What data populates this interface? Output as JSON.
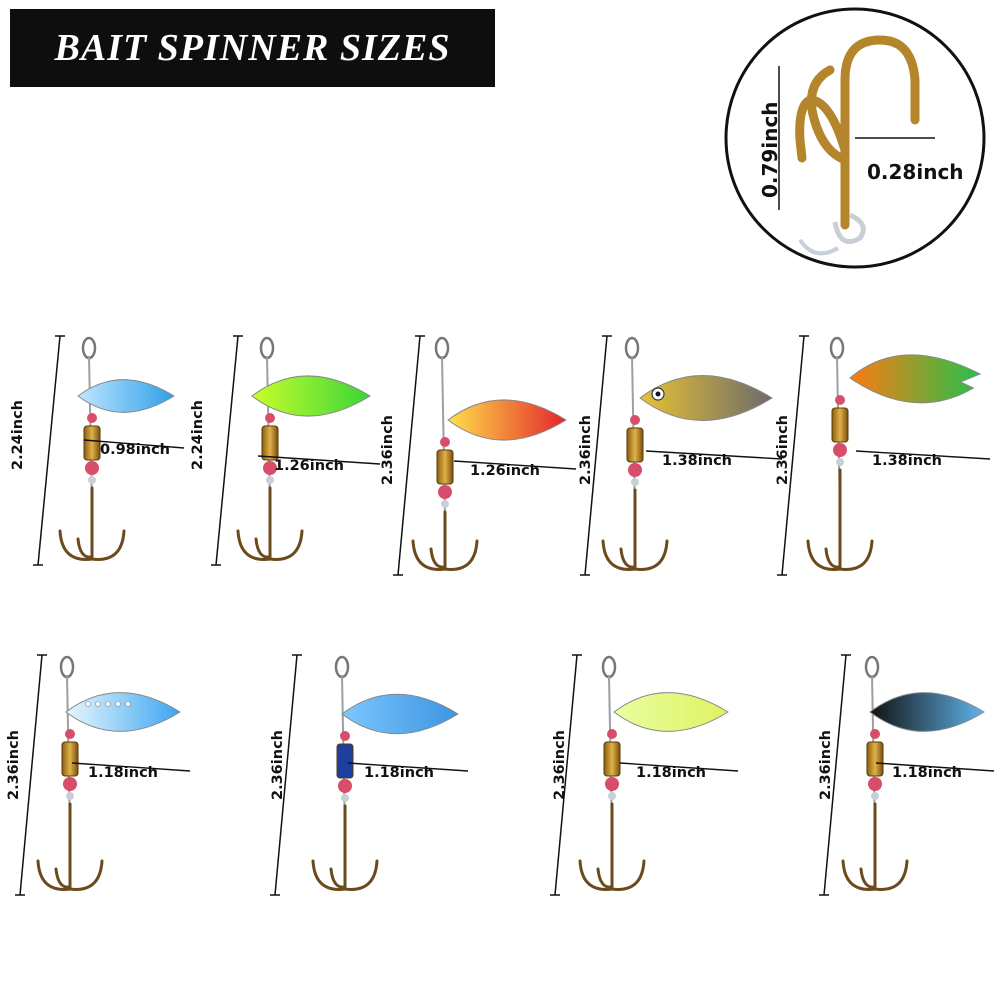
{
  "title": "BAIT SPINNER SIZES",
  "hook_detail": {
    "height_label": "0.79inch",
    "width_label": "0.28inch"
  },
  "spinners": [
    {
      "length": "2.24inch",
      "blade_width": "0.98inch",
      "blade_colors": [
        "#bfe6ff",
        "#2f9fe8"
      ],
      "blade_shape": "oval-small"
    },
    {
      "length": "2.24inch",
      "blade_width": "1.26inch",
      "blade_colors": [
        "#c8ff2a",
        "#3ad43a"
      ],
      "blade_shape": "willow"
    },
    {
      "length": "2.36inch",
      "blade_width": "1.26inch",
      "blade_colors": [
        "#ffe04a",
        "#e3262a"
      ],
      "blade_shape": "willow"
    },
    {
      "length": "2.36inch",
      "blade_width": "1.38inch",
      "blade_colors": [
        "#e8c234",
        "#6b6b6b"
      ],
      "blade_shape": "fish"
    },
    {
      "length": "2.36inch",
      "blade_width": "1.38inch",
      "blade_colors": [
        "#ff7a12",
        "#23c24a"
      ],
      "blade_shape": "leaf"
    },
    {
      "length": "2.36inch",
      "blade_width": "1.18inch",
      "blade_colors": [
        "#e9f6ff",
        "#3aa6ef"
      ],
      "blade_shape": "holes"
    },
    {
      "length": "2.36inch",
      "blade_width": "1.18inch",
      "blade_colors": [
        "#7cc7ff",
        "#3d94e0"
      ],
      "blade_shape": "scale"
    },
    {
      "length": "2.36inch",
      "blade_width": "1.18inch",
      "blade_colors": [
        "#e8ffa0",
        "#dff263"
      ],
      "blade_shape": "yellow-fish"
    },
    {
      "length": "2.36inch",
      "blade_width": "1.18inch",
      "blade_colors": [
        "#111111",
        "#5fb4ea"
      ],
      "blade_shape": "black-blue"
    }
  ]
}
